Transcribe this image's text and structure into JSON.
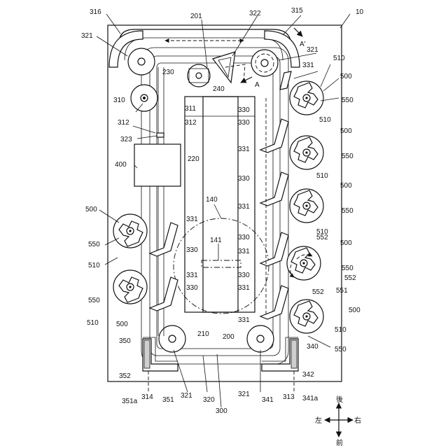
{
  "labels": {
    "l10": "10",
    "l140": "140",
    "l141": "141",
    "l200": "200",
    "l201": "201",
    "l210": "210",
    "l220": "220",
    "l230": "230",
    "l240": "240",
    "l300": "300",
    "l310": "310",
    "l311": "311",
    "l312": "312",
    "l313": "313",
    "l314": "314",
    "l315": "315",
    "l316": "316",
    "l320": "320",
    "l321": "321",
    "l322": "322",
    "l323": "323",
    "l330": "330",
    "l331": "331",
    "l340": "340",
    "l341": "341",
    "l341a": "341a",
    "l342": "342",
    "l350": "350",
    "l351": "351",
    "l351a": "351a",
    "l352": "352",
    "l400": "400",
    "l500": "500",
    "l510": "510",
    "l550": "550",
    "l551": "551",
    "l552": "552",
    "A": "A",
    "Aprime": "A'"
  },
  "compass": {
    "back": "後",
    "front": "前",
    "left": "左",
    "right": "右"
  }
}
